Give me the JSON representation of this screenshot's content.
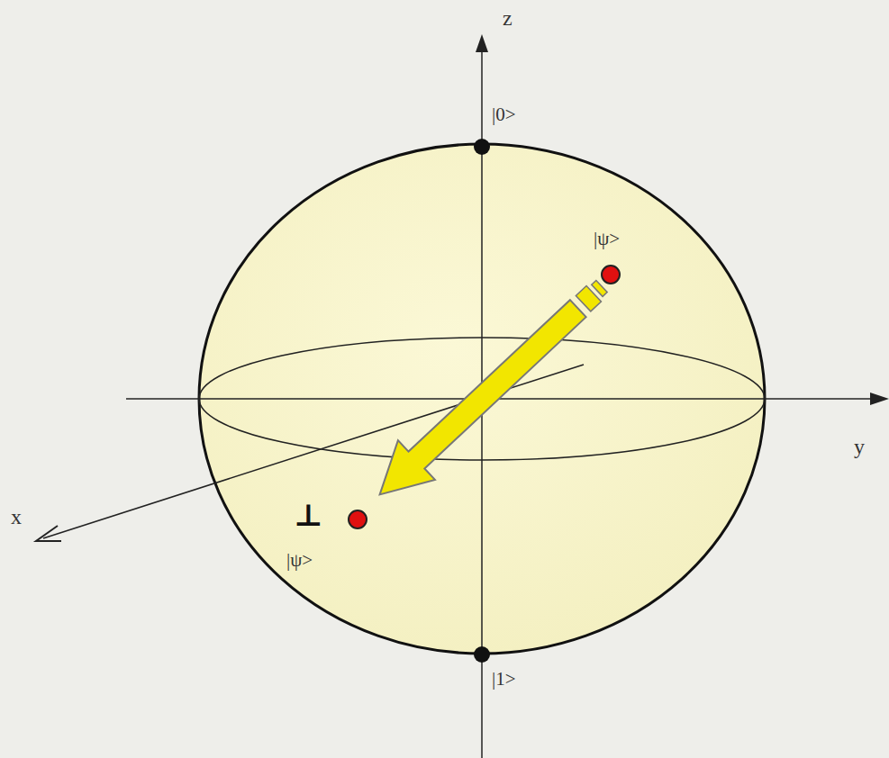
{
  "diagram": {
    "labels": [
      "z",
      "|0>",
      "|ψ>",
      "y",
      "x",
      "⊥",
      "|ψ>",
      "|1>"
    ]
  }
}
